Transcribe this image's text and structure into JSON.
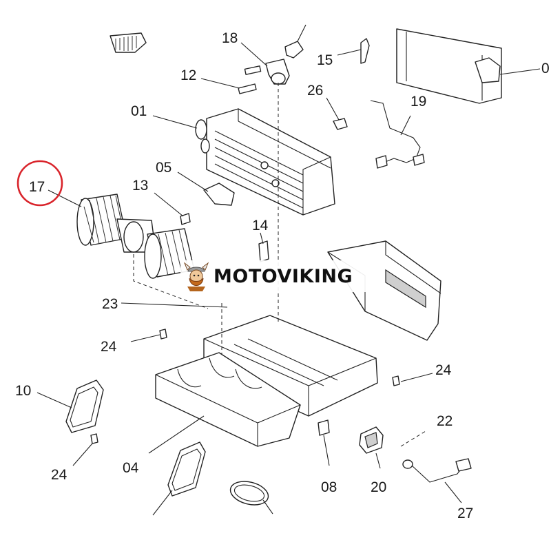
{
  "diagram": {
    "callouts": {
      "c0": "0",
      "c01": "01",
      "c04": "04",
      "c05": "05",
      "c08": "08",
      "c10": "10",
      "c12": "12",
      "c13": "13",
      "c14": "14",
      "c15": "15",
      "c17": "17",
      "c18": "18",
      "c19": "19",
      "c20": "20",
      "c22": "22",
      "c23": "23",
      "c24a": "24",
      "c24b": "24",
      "c24c": "24",
      "c26": "26",
      "c27": "27"
    },
    "highlighted_part": "17",
    "highlight_color": "#d9242b"
  },
  "watermark": {
    "text": "MOTOVIKING",
    "logo_icon": "viking-mascot-icon"
  }
}
